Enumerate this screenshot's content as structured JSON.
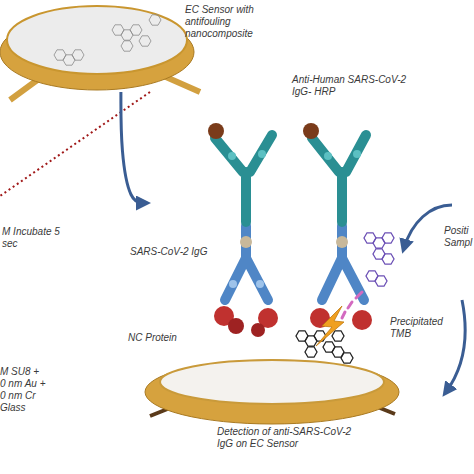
{
  "diagram": {
    "nodes": [
      {
        "text": [
          "EC Sensor with antifouling nanocomposite"
        ]
      },
      {
        "text": [
          "Detection of anti-SARS-CoV-2 IgG on EC Sensor"
        ]
      }
    ],
    "edges": [
      {
        "from": 0,
        "to": 1,
        "arrow": "to"
      }
    ],
    "labels": [
      "M Incubate 5 sec",
      "Anti-Human SARS-CoV-2 IgG- HRP",
      "SARS-CoV-2 IgG",
      "Precipitated TMB",
      "NC Protein",
      "M SU8 + 0 nm Au + 0 nm Cr Glass",
      "Positi Sampl"
    ]
  }
}
